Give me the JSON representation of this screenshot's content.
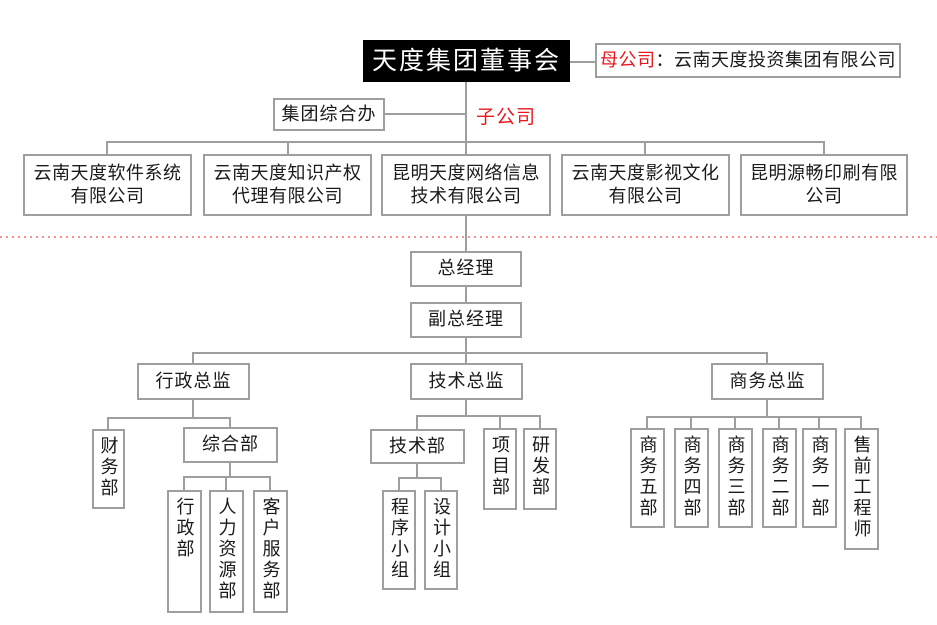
{
  "colors": {
    "accent_red": "#e8191c",
    "divider_dotted_red": "#ff8f8f",
    "connector_gray": "#9e9e9e",
    "board_background": "#000000",
    "board_text": "#ffffff"
  },
  "org": {
    "board": "天度集团董事会",
    "parent_label": "母公司",
    "parent_name": "：云南天度投资集团有限公司",
    "group_office": "集团综合办",
    "subsidiary_tag": "子公司",
    "subsidiaries": [
      "云南天度软件系统\n有限公司",
      "云南天度知识产权\n代理有限公司",
      "昆明天度网络信息\n技术有限公司",
      "云南天度影视文化\n有限公司",
      "昆明源畅印刷有限\n公司"
    ],
    "general_manager": "总经理",
    "deputy_general_manager": "副总经理",
    "directors": {
      "admin": "行政总监",
      "tech": "技术总监",
      "business": "商务总监"
    },
    "admin_branch": {
      "finance": "财务部",
      "general_affairs": "综合部",
      "general_affairs_children": [
        "行政部",
        "人力资源部",
        "客户服务部"
      ]
    },
    "tech_branch": {
      "tech_dept": "技术部",
      "project_dept": "项目部",
      "rd_dept": "研发部",
      "tech_dept_children": [
        "程序小组",
        "设计小组"
      ]
    },
    "business_branch": [
      "商务五部",
      "商务四部",
      "商务三部",
      "商务二部",
      "商务一部",
      "售前工程师"
    ]
  }
}
